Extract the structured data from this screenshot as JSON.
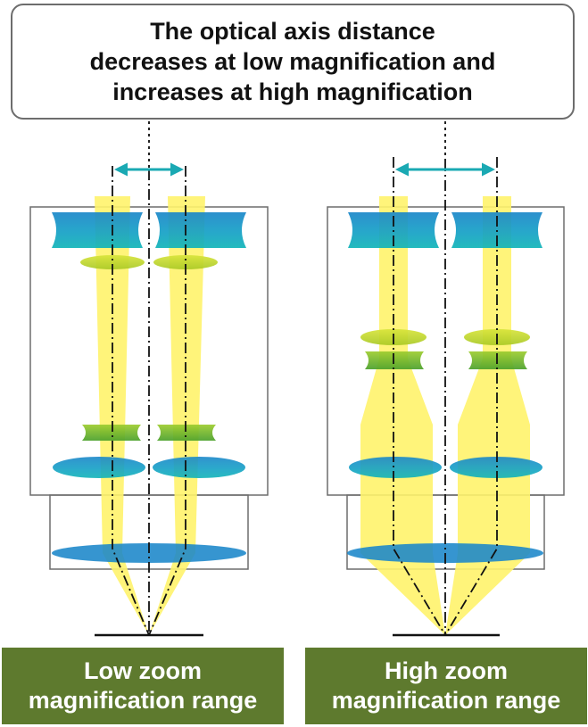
{
  "callout": {
    "line1": "The optical axis distance",
    "line2": "decreases at low magnification and",
    "line3": "increases at high magnification"
  },
  "panels": {
    "low": {
      "label_line1": "Low zoom",
      "label_line2": "magnification range"
    },
    "high": {
      "label_line1": "High zoom",
      "label_line2": "magnification range"
    }
  },
  "colors": {
    "beam": "#fff36b",
    "lens_blue": "#1a86c9",
    "lens_green": "#7fbf2a",
    "lens_yellowgreen": "#c8dc2a",
    "arrow": "#1aa9b3",
    "label_bg": "#5e7a2e"
  }
}
